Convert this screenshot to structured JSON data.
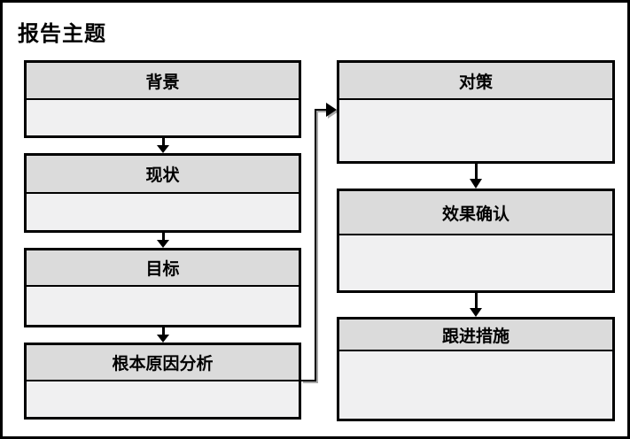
{
  "title": "报告主题",
  "colors": {
    "header_fill": "#dbdbdb",
    "body_fill": "#f0f0f1",
    "border": "#000000",
    "background": "#ffffff"
  },
  "flowchart": {
    "left_column": [
      {
        "label": "背景"
      },
      {
        "label": "现状"
      },
      {
        "label": "目标"
      },
      {
        "label": "根本原因分析"
      }
    ],
    "right_column": [
      {
        "label": "对策"
      },
      {
        "label": "效果确认"
      },
      {
        "label": "跟进措施"
      }
    ]
  }
}
